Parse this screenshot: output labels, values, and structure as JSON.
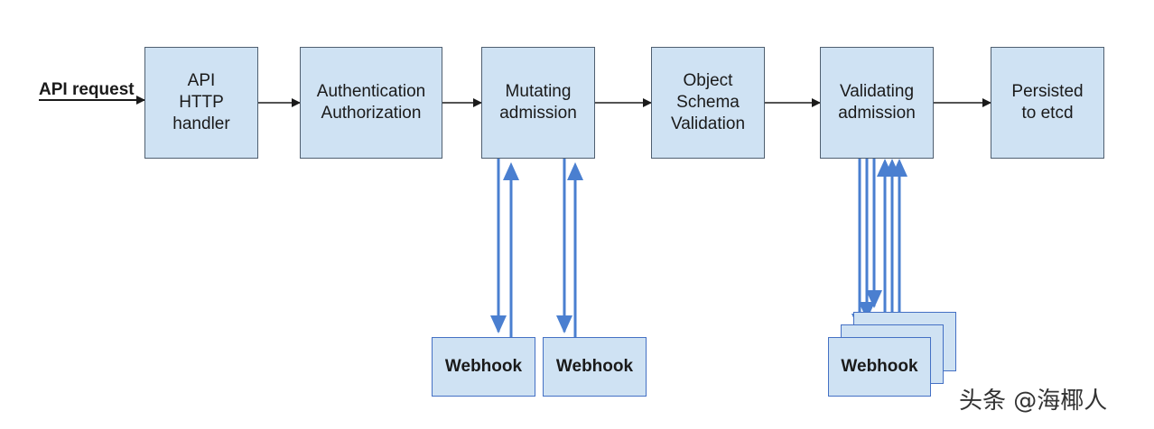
{
  "diagram": {
    "input_label": "API request",
    "stages": [
      {
        "id": "api-http-handler",
        "label": "API\nHTTP\nhandler"
      },
      {
        "id": "authentication-authorization",
        "label": "Authentication\nAuthorization"
      },
      {
        "id": "mutating-admission",
        "label": "Mutating\nadmission"
      },
      {
        "id": "object-schema-validation",
        "label": "Object\nSchema\nValidation"
      },
      {
        "id": "validating-admission",
        "label": "Validating\nadmission"
      },
      {
        "id": "persisted-to-etcd",
        "label": "Persisted\nto etcd"
      }
    ],
    "webhooks": [
      {
        "label": "Webhook"
      },
      {
        "label": "Webhook"
      },
      {
        "label": "Webhook"
      }
    ]
  },
  "watermark": "头条 @海椰人",
  "colors": {
    "box_fill": "#cfe2f3",
    "box_border": "#4f5f70",
    "webhook_arrow": "#4a7fd0",
    "flow_arrow": "#1a1a1a"
  }
}
